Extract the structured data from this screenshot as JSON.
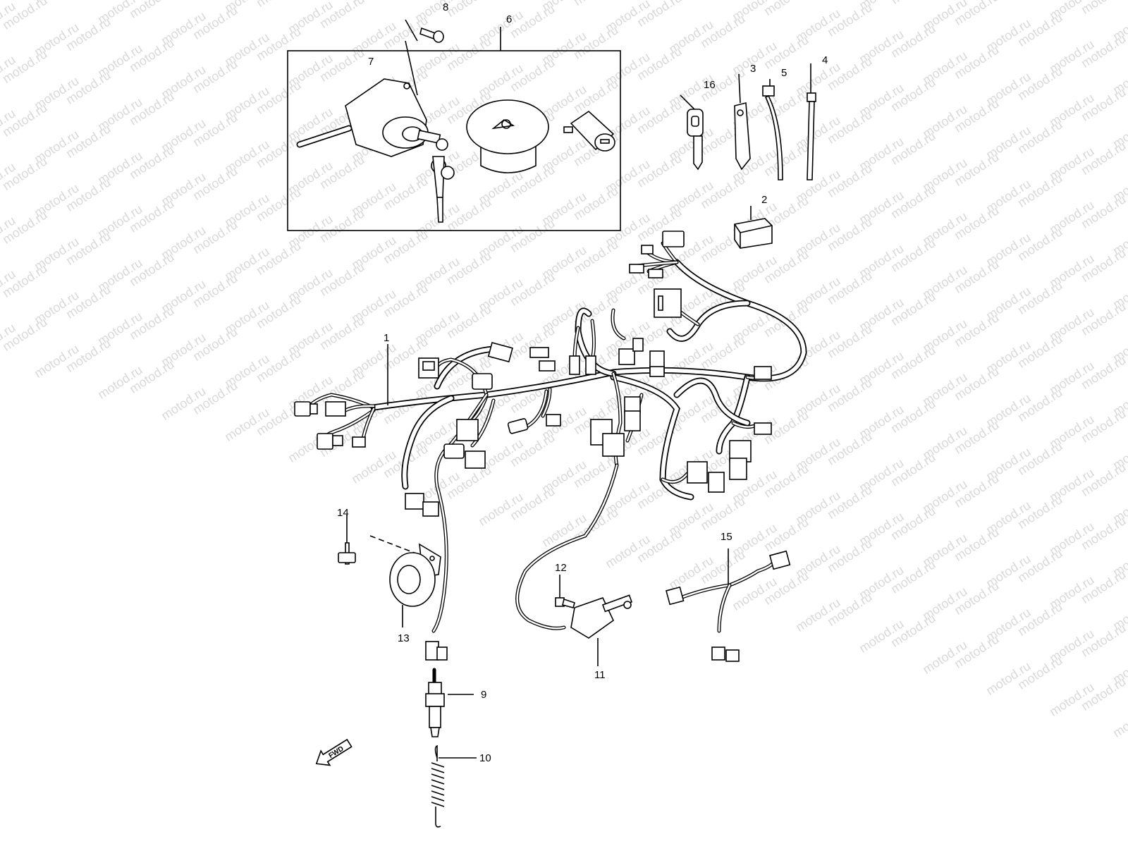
{
  "watermark": {
    "text": "motod.ru",
    "color": "#d9d9d9"
  },
  "callouts": [
    "1",
    "2",
    "3",
    "4",
    "5",
    "6",
    "7",
    "8",
    "9",
    "10",
    "11",
    "12",
    "13",
    "14",
    "15",
    "16"
  ],
  "fwd_label": "FWD",
  "icons": {
    "fwd_arrow": "fwd-arrow-icon"
  }
}
